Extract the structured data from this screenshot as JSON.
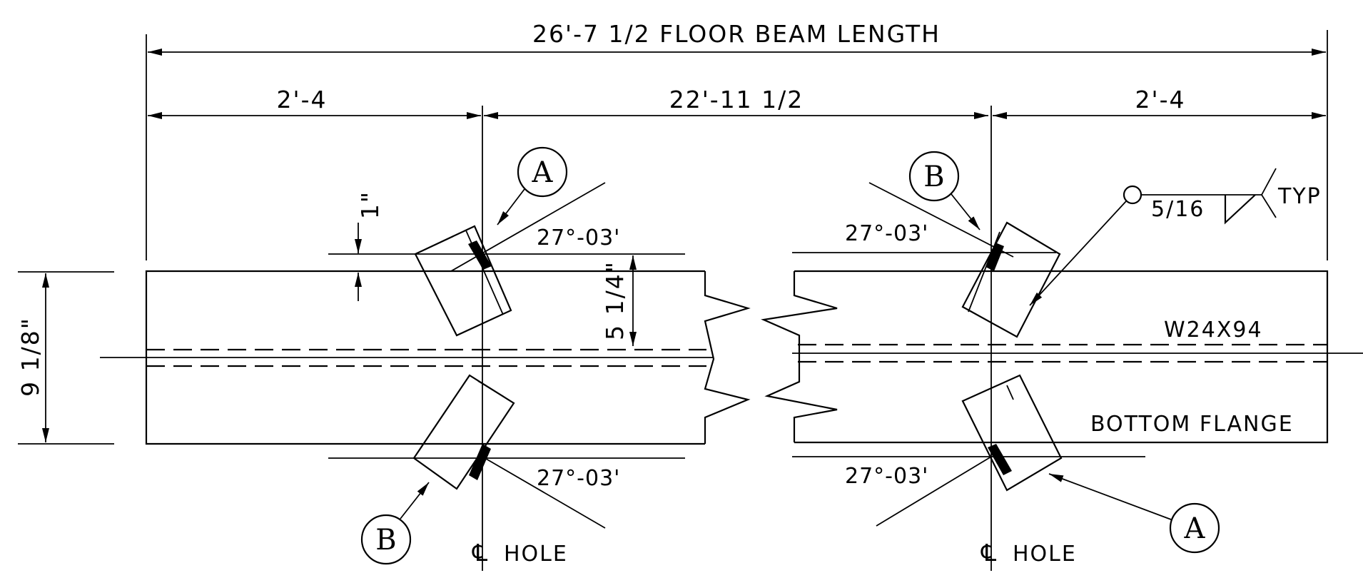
{
  "dimensions": {
    "overall_length": "26'-7 1/2 FLOOR BEAM LENGTH",
    "left_end": "2'-4",
    "middle_span": "22'-11 1/2",
    "right_end": "2'-4",
    "depth": "9 1/8\"",
    "hole_offset": "5 1/4\"",
    "bar_offset": "1\""
  },
  "angles": {
    "top_left": "27°-03'",
    "bottom_left": "27°-03'",
    "top_right": "27°-03'",
    "bottom_right": "27°-03'"
  },
  "labels": {
    "section": "W24X94",
    "bottom_flange": "BOTTOM FLANGE",
    "hole_left": "HOLE",
    "hole_right": "HOLE",
    "centerline_symbol": "℄"
  },
  "weld": {
    "size": "5/16",
    "note": "TYP"
  },
  "bubbles": {
    "top_left": "A",
    "bottom_left": "B",
    "top_right": "B",
    "bottom_right": "A"
  }
}
